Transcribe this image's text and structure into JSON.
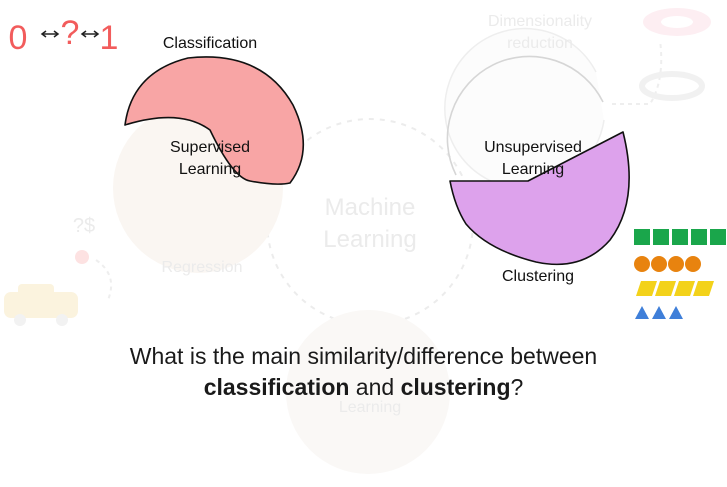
{
  "corner": {
    "zero": "0",
    "question": "?",
    "one": "1",
    "color": "#f25c5c"
  },
  "center": {
    "line1": "Machine",
    "line2": "Learning"
  },
  "faded": {
    "dim_line1": "Dimensionality",
    "dim_line2": "reduction",
    "regression": "Regression",
    "bottom_learning": "Learning",
    "dollar_q": "?$"
  },
  "labels": {
    "classification": "Classification",
    "supervised_1": "Supervised",
    "supervised_2": "Learning",
    "unsupervised_1": "Unsupervised",
    "unsupervised_2": "Learning",
    "clustering": "Clustering"
  },
  "colors": {
    "classification": "#f8a5a5",
    "clustering": "#dda2ec",
    "squares": "#1aa64b",
    "circles": "#e8830f",
    "parallelograms": "#f3d21a",
    "triangles": "#3f7fd9"
  },
  "question": {
    "line1": "What is the main similarity/difference between",
    "term1": "classification",
    "and": " and ",
    "term2": "clustering",
    "end": "?"
  }
}
